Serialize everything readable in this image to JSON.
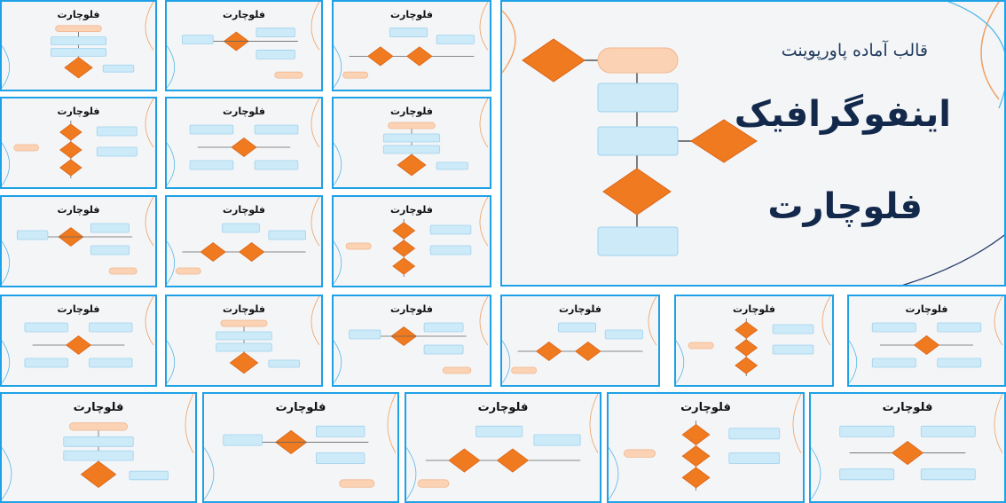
{
  "slide_title": "فلوچارت",
  "hero": {
    "subtitle": "قالب آماده پاورپوینت",
    "title_line1": "اینفوگرافیک",
    "title_line2": "فلوچارت"
  },
  "colors": {
    "frame": "#1ea1e6",
    "slide_bg": "#f4f5f7",
    "diamond": "#f07a1f",
    "box": "#cdeaf8",
    "pill": "#fbd2b4",
    "title_text": "#13294b"
  },
  "thumbnails": [
    {
      "id": "t1",
      "layout": "a"
    },
    {
      "id": "t2",
      "layout": "b"
    },
    {
      "id": "t3",
      "layout": "c"
    },
    {
      "id": "t4",
      "layout": "d"
    },
    {
      "id": "t5",
      "layout": "e"
    },
    {
      "id": "t6",
      "layout": "f"
    },
    {
      "id": "t7",
      "layout": "g"
    },
    {
      "id": "t8",
      "layout": "h"
    },
    {
      "id": "t9",
      "layout": "i"
    },
    {
      "id": "t10",
      "layout": "j"
    },
    {
      "id": "t11",
      "layout": "k"
    },
    {
      "id": "t12",
      "layout": "l"
    },
    {
      "id": "t13",
      "layout": "m"
    },
    {
      "id": "t14",
      "layout": "n"
    },
    {
      "id": "t15",
      "layout": "o"
    },
    {
      "id": "t16",
      "layout": "p"
    },
    {
      "id": "t17",
      "layout": "q"
    },
    {
      "id": "t18",
      "layout": "r"
    },
    {
      "id": "t19",
      "layout": "s"
    },
    {
      "id": "t20",
      "layout": "t"
    }
  ]
}
